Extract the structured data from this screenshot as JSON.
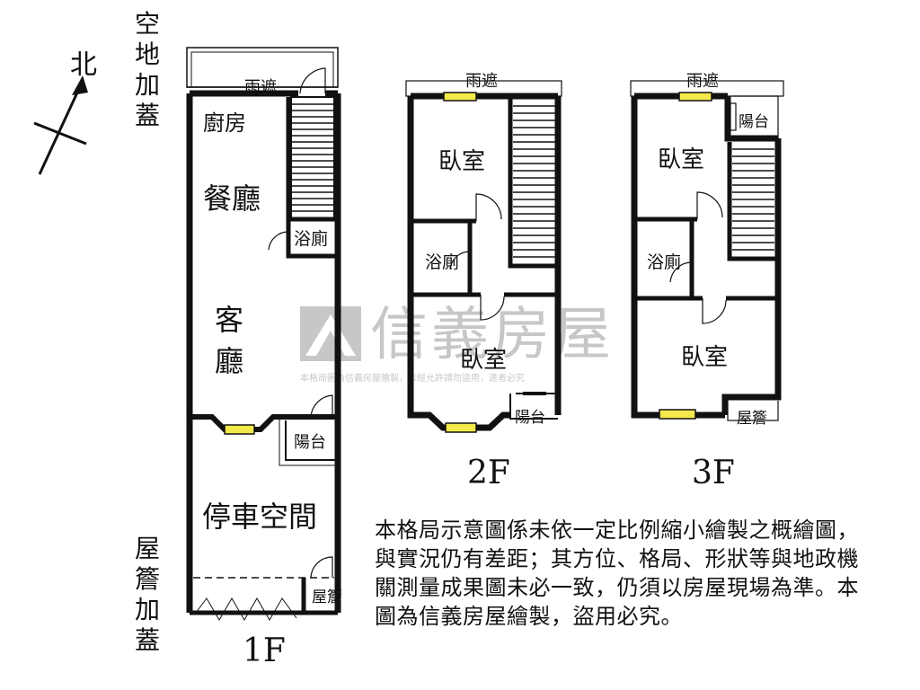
{
  "compass": {
    "north_label": "北"
  },
  "side_notes": {
    "top_left": [
      "空",
      "地",
      "加",
      "蓋"
    ],
    "bottom_left": [
      "屋",
      "簷",
      "加",
      "蓋"
    ]
  },
  "floor_1": {
    "title": "1F",
    "canopy": "雨遮",
    "kitchen": "廚房",
    "dining": "餐廳",
    "bathroom": "浴廁",
    "living_1": "客",
    "living_2": "廳",
    "balcony": "陽台",
    "parking": "停車空間",
    "eave": "屋簷"
  },
  "floor_2": {
    "title": "2F",
    "canopy": "雨遮",
    "bedroom_top": "臥室",
    "bathroom": "浴廁",
    "bedroom_bottom": "臥室",
    "balcony": "陽台"
  },
  "floor_3": {
    "title": "3F",
    "canopy": "雨遮",
    "balcony": "陽台",
    "bedroom_top": "臥室",
    "bathroom": "浴廁",
    "bedroom_bottom": "臥室",
    "eave": "屋簷"
  },
  "watermark": {
    "brand": "信義房屋",
    "notice": "本格局圖為信義房屋繪製，未經允許請勿盜用，違者必究"
  },
  "disclaimer": "本格局示意圖係未依一定比例縮小繪製之概繪圖，與實況仍有差距；其方位、格局、形狀等與地政機關測量成果圖未必一致，仍須以房屋現場為準。本圖為信義房屋繪製，盜用必究。",
  "colors": {
    "window": "#f4e94a",
    "wall": "#111111",
    "watermark": "#c8c8c8"
  }
}
